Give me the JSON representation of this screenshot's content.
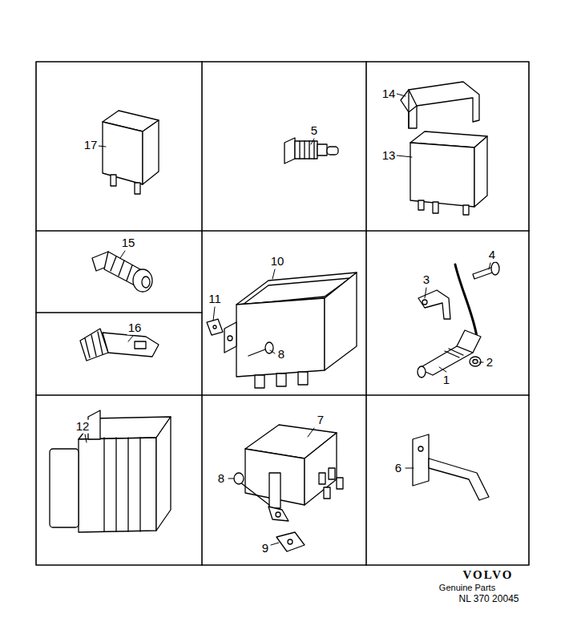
{
  "diagram": {
    "labels": [
      "17",
      "5",
      "14",
      "13",
      "15",
      "10",
      "4",
      "3",
      "11",
      "16",
      "8",
      "2",
      "1",
      "12",
      "7",
      "6",
      "8",
      "9",
      "VOLVO",
      "Genuine Parts",
      "NL 370 20045"
    ]
  }
}
